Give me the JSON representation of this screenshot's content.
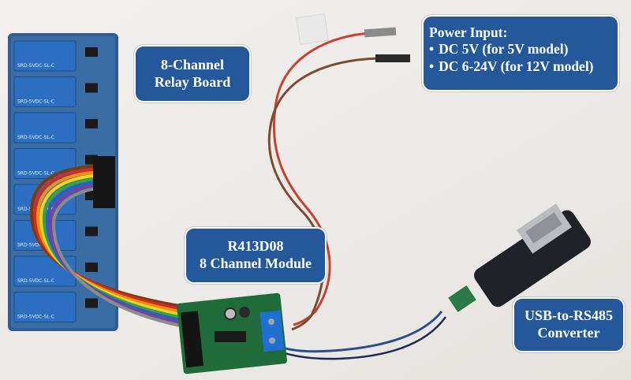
{
  "callouts": {
    "relay_board": {
      "lines": [
        "8-Channel",
        "Relay Board"
      ]
    },
    "module": {
      "lines": [
        "R413D08",
        "8 Channel Module"
      ]
    },
    "power": {
      "title": "Power Input:",
      "items": [
        "DC 5V (for 5V model)",
        "DC 6-24V (for 12V model)"
      ]
    },
    "converter": {
      "lines": [
        "USB-to-RS485",
        "Converter"
      ]
    }
  },
  "colors": {
    "callout_bg": "#24589a",
    "callout_text": "#ffffff",
    "pcb_green": "#1f6b3a",
    "relay_board_blue": "#2f5f92",
    "terminal_blue": "#1e6fd0",
    "converter_body": "#1f2229",
    "wire_red": "#c8422f",
    "wire_brown": "#7a4c34",
    "wire_blue": "#2d4c8c",
    "background": "#efedea"
  },
  "relay_labels": [
    "SRD-5VDC-SL-C",
    "SRD-5VDC-SL-C",
    "SRD-5VDC-SL-C",
    "SRD-5VDC-SL-C",
    "SRD-5VDC-SL-C",
    "SRD-5VDC-SL-C",
    "SRD-5VDC-SL-C",
    "SRD-5VDC-SL-C"
  ]
}
